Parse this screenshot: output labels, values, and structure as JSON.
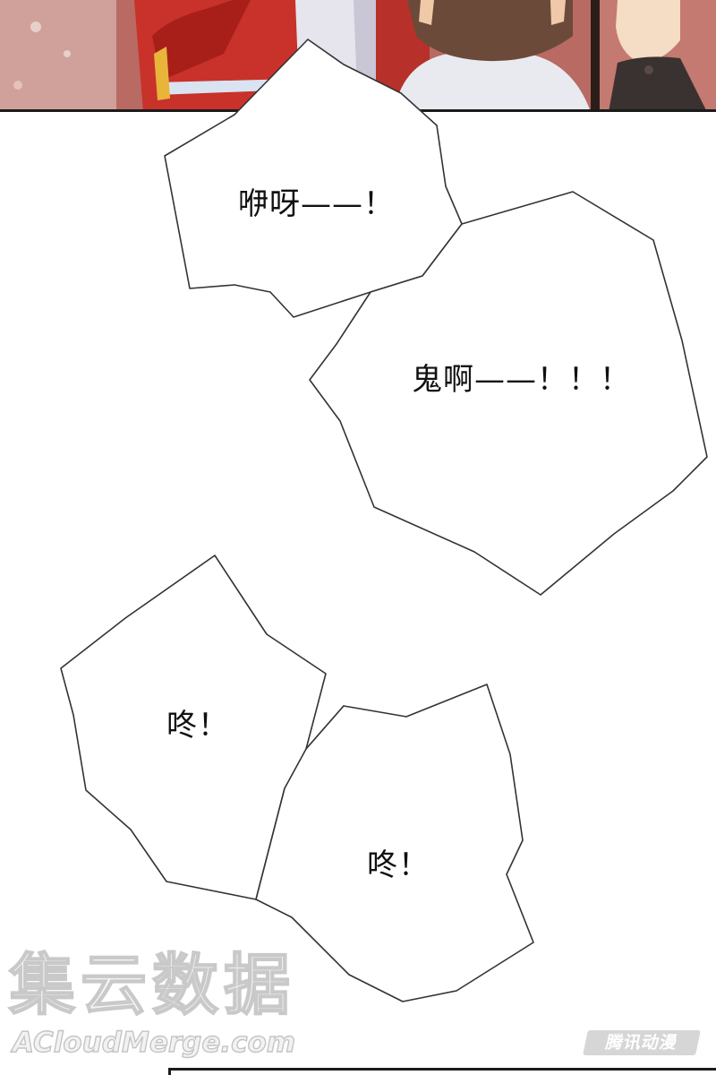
{
  "speech_bubbles": [
    {
      "text": "咿呀——！"
    },
    {
      "text": "鬼啊——！！！"
    },
    {
      "text": "咚！"
    },
    {
      "text": "咚！"
    }
  ],
  "watermark": {
    "chinese": "集云数据",
    "english": "ACloudMerge.com"
  },
  "publisher_logo": {
    "text": "腾讯动漫"
  },
  "colors": {
    "panel_border": "#1b1b1b",
    "bubble_fill": "#ffffff",
    "bubble_outline": "#333333",
    "watermark_stroke": "#c9c9c9"
  }
}
